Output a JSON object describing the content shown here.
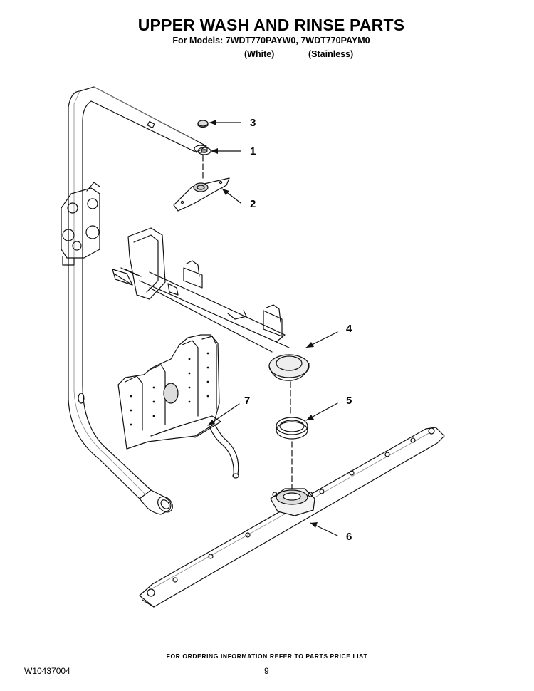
{
  "header": {
    "title": "UPPER WASH AND RINSE PARTS",
    "models_line": "For Models: 7WDT770PAYW0, 7WDT770PAYM0",
    "variant_white": "(White)",
    "variant_stainless": "(Stainless)"
  },
  "callouts": [
    "1",
    "2",
    "3",
    "4",
    "5",
    "6",
    "7"
  ],
  "footer": {
    "ordering_note": "FOR ORDERING INFORMATION REFER TO PARTS PRICE LIST",
    "document_id": "W10437004",
    "page_number": "9"
  }
}
